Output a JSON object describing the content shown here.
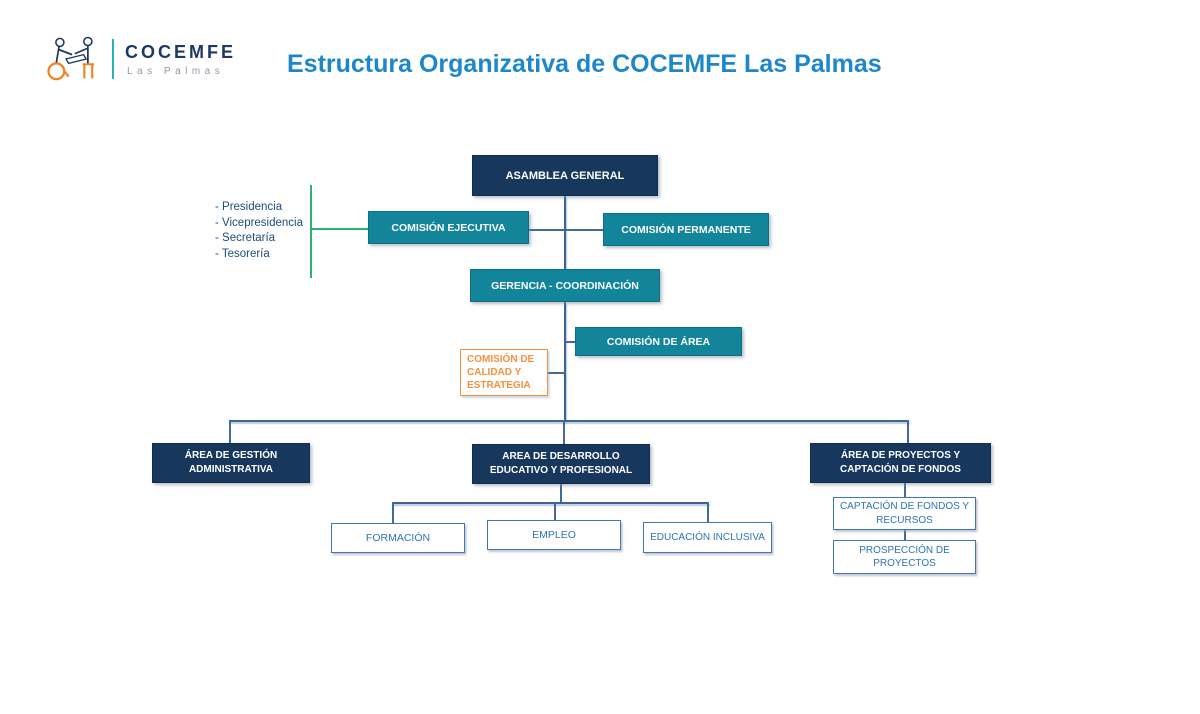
{
  "header": {
    "brand": "COCEMFE",
    "brand_subtitle": "Las Palmas",
    "title": "Estructura Organizativa de COCEMFE Las Palmas"
  },
  "org": {
    "nodes": {
      "asamblea": "ASAMBLEA GENERAL",
      "comision_ejecutiva": "COMISIÓN EJECUTIVA",
      "comision_permanente": "COMISIÓN PERMANENTE",
      "gerencia": "GERENCIA - COORDINACIÓN",
      "comision_area": "COMISIÓN DE ÁREA",
      "comision_calidad": "COMISIÓN DE CALIDAD Y ESTRATEGIA",
      "area_gestion": "ÁREA DE GESTIÓN ADMINISTRATIVA",
      "area_desarrollo": "AREA DE DESARROLLO EDUCATIVO Y PROFESIONAL",
      "area_proyectos": "ÁREA DE PROYECTOS Y CAPTACIÓN DE FONDOS",
      "formacion": "FORMACIÓN",
      "empleo": "EMPLEO",
      "educacion_inclusiva": "EDUCACIÓN INCLUSIVA",
      "captacion_fondos": "CAPTACIÓN DE FONDOS Y RECURSOS",
      "prospeccion_proyectos": "PROSPECCIÓN DE PROYECTOS"
    },
    "board_roles": [
      "- Presidencia",
      "- Vicepresidencia",
      "- Secretaría",
      "- Tesorería"
    ]
  },
  "colors": {
    "navy_box": "#17375D",
    "teal_box": "#12859A",
    "title_blue": "#1E87C9",
    "steel_blue_border": "#4176AE",
    "steel_blue_text": "#2E74B5",
    "orange": "#F5913E",
    "connector_blue": "#44699C",
    "bracket_green": "#29B473",
    "brand_navy": "#1F3864",
    "brand_gray": "#8C99A6",
    "logo_teal": "#27B1B5"
  }
}
